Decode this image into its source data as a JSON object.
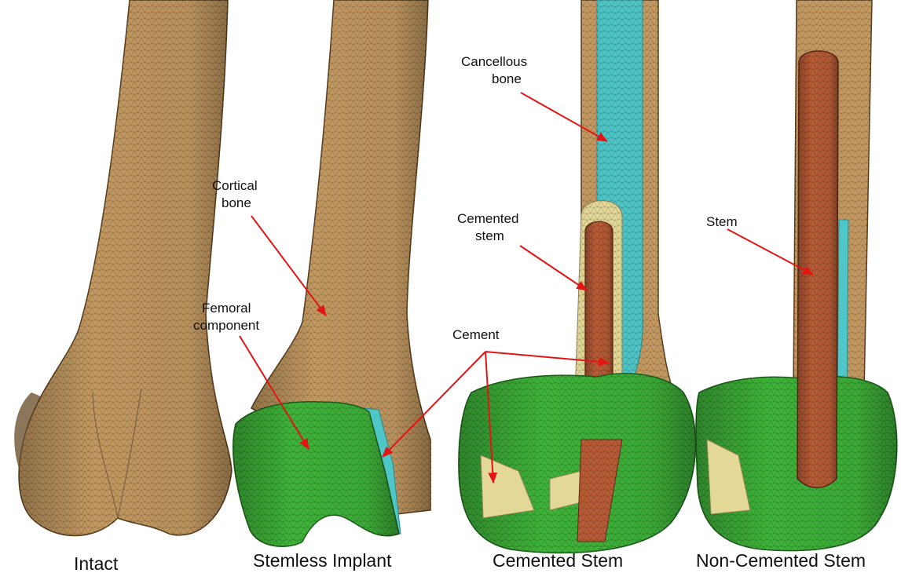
{
  "panels": [
    {
      "caption": "Intact"
    },
    {
      "caption": "Stemless Implant"
    },
    {
      "caption": "Cemented Stem"
    },
    {
      "caption": "Non-Cemented Stem"
    }
  ],
  "annotations": {
    "cortical": [
      "Cortical",
      "bone"
    ],
    "femoral": [
      "Femoral",
      "component"
    ],
    "cancellous": [
      "Cancellous",
      "bone"
    ],
    "cemented_stem": [
      "Cemented",
      "stem"
    ],
    "cement": "Cement",
    "stem": "Stem"
  },
  "colors": {
    "bone": "#c49a62",
    "bone_shadow": "#8a6a40",
    "implant": "#3fb43a",
    "implant_dark": "#247a22",
    "cancellous": "#4fc6c8",
    "cement": "#e4d898",
    "stem": "#b85c36",
    "arrow": "#e31414"
  }
}
